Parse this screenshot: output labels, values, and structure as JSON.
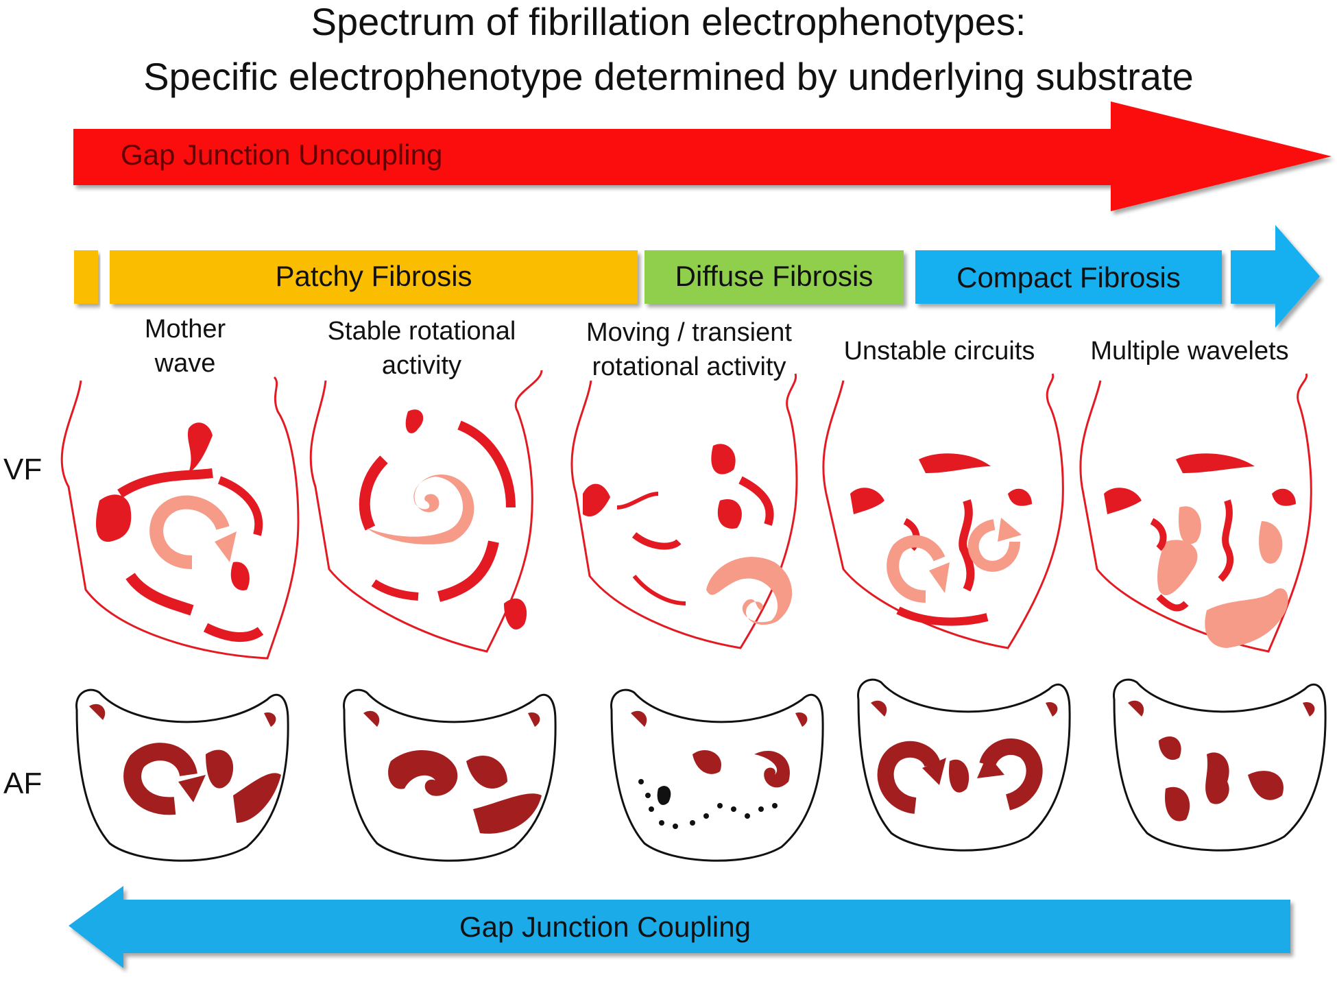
{
  "title": {
    "line1": "Spectrum of fibrillation electrophenotypes:",
    "line2": "Specific electrophenotype determined by underlying substrate"
  },
  "arrows": {
    "uncoupling": {
      "label": "Gap Junction Uncoupling",
      "color": "#fb0a0a"
    },
    "coupling": {
      "label": "Gap Junction Coupling",
      "color": "#1aabe9"
    }
  },
  "fibrosis": [
    {
      "label": "Patchy Fibrosis",
      "color": "#fbbd05"
    },
    {
      "label": "Diffuse Fibrosis",
      "color": "#8fcf4b"
    },
    {
      "label": "Compact Fibrosis",
      "color": "#16afef"
    }
  ],
  "columns": [
    {
      "label_lines": [
        "Mother",
        "wave"
      ]
    },
    {
      "label_lines": [
        "Stable rotational",
        "activity"
      ]
    },
    {
      "label_lines": [
        "Moving / transient",
        "rotational activity"
      ]
    },
    {
      "label_lines": [
        "Unstable circuits"
      ]
    },
    {
      "label_lines": [
        "Multiple wavelets"
      ]
    }
  ],
  "rows": {
    "vf": "VF",
    "af": "AF"
  },
  "colors": {
    "wave_red": "#e41a23",
    "wave_pink": "#f59b88",
    "af_dark": "#a31f1f",
    "outline": "#e41a23"
  }
}
